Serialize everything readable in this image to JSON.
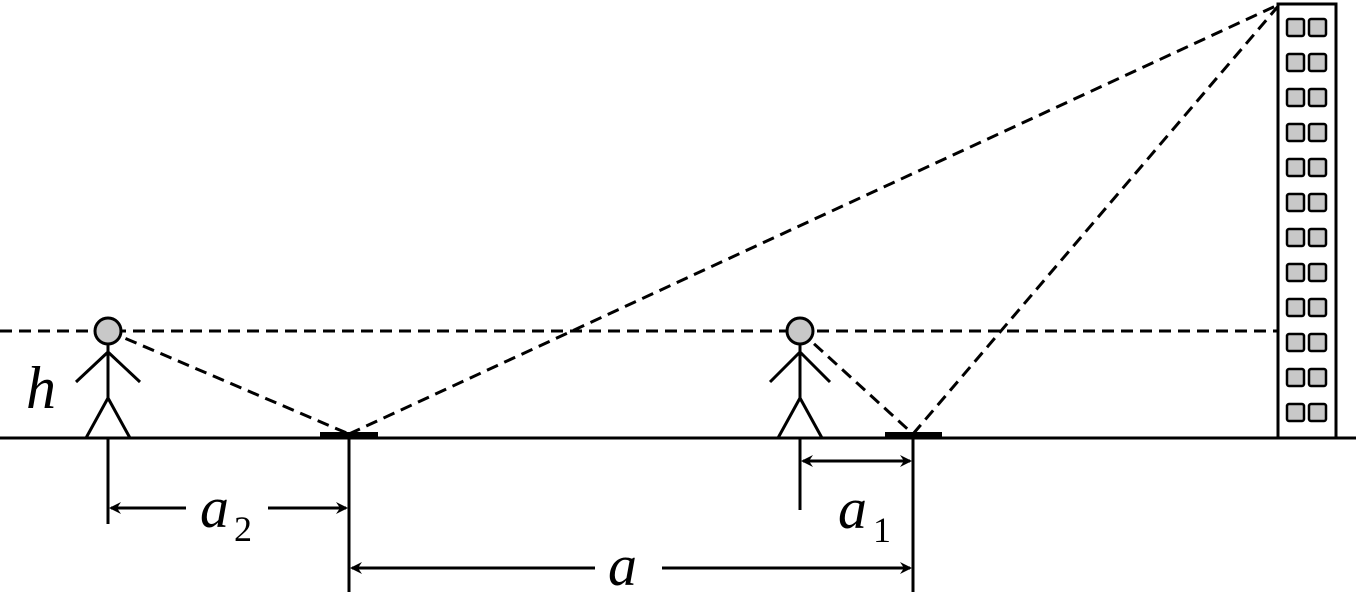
{
  "labels": {
    "height": "h",
    "distance_a2": "a",
    "distance_a2_sub": "2",
    "distance_a": "a",
    "distance_a1": "a",
    "distance_a1_sub": "1"
  }
}
